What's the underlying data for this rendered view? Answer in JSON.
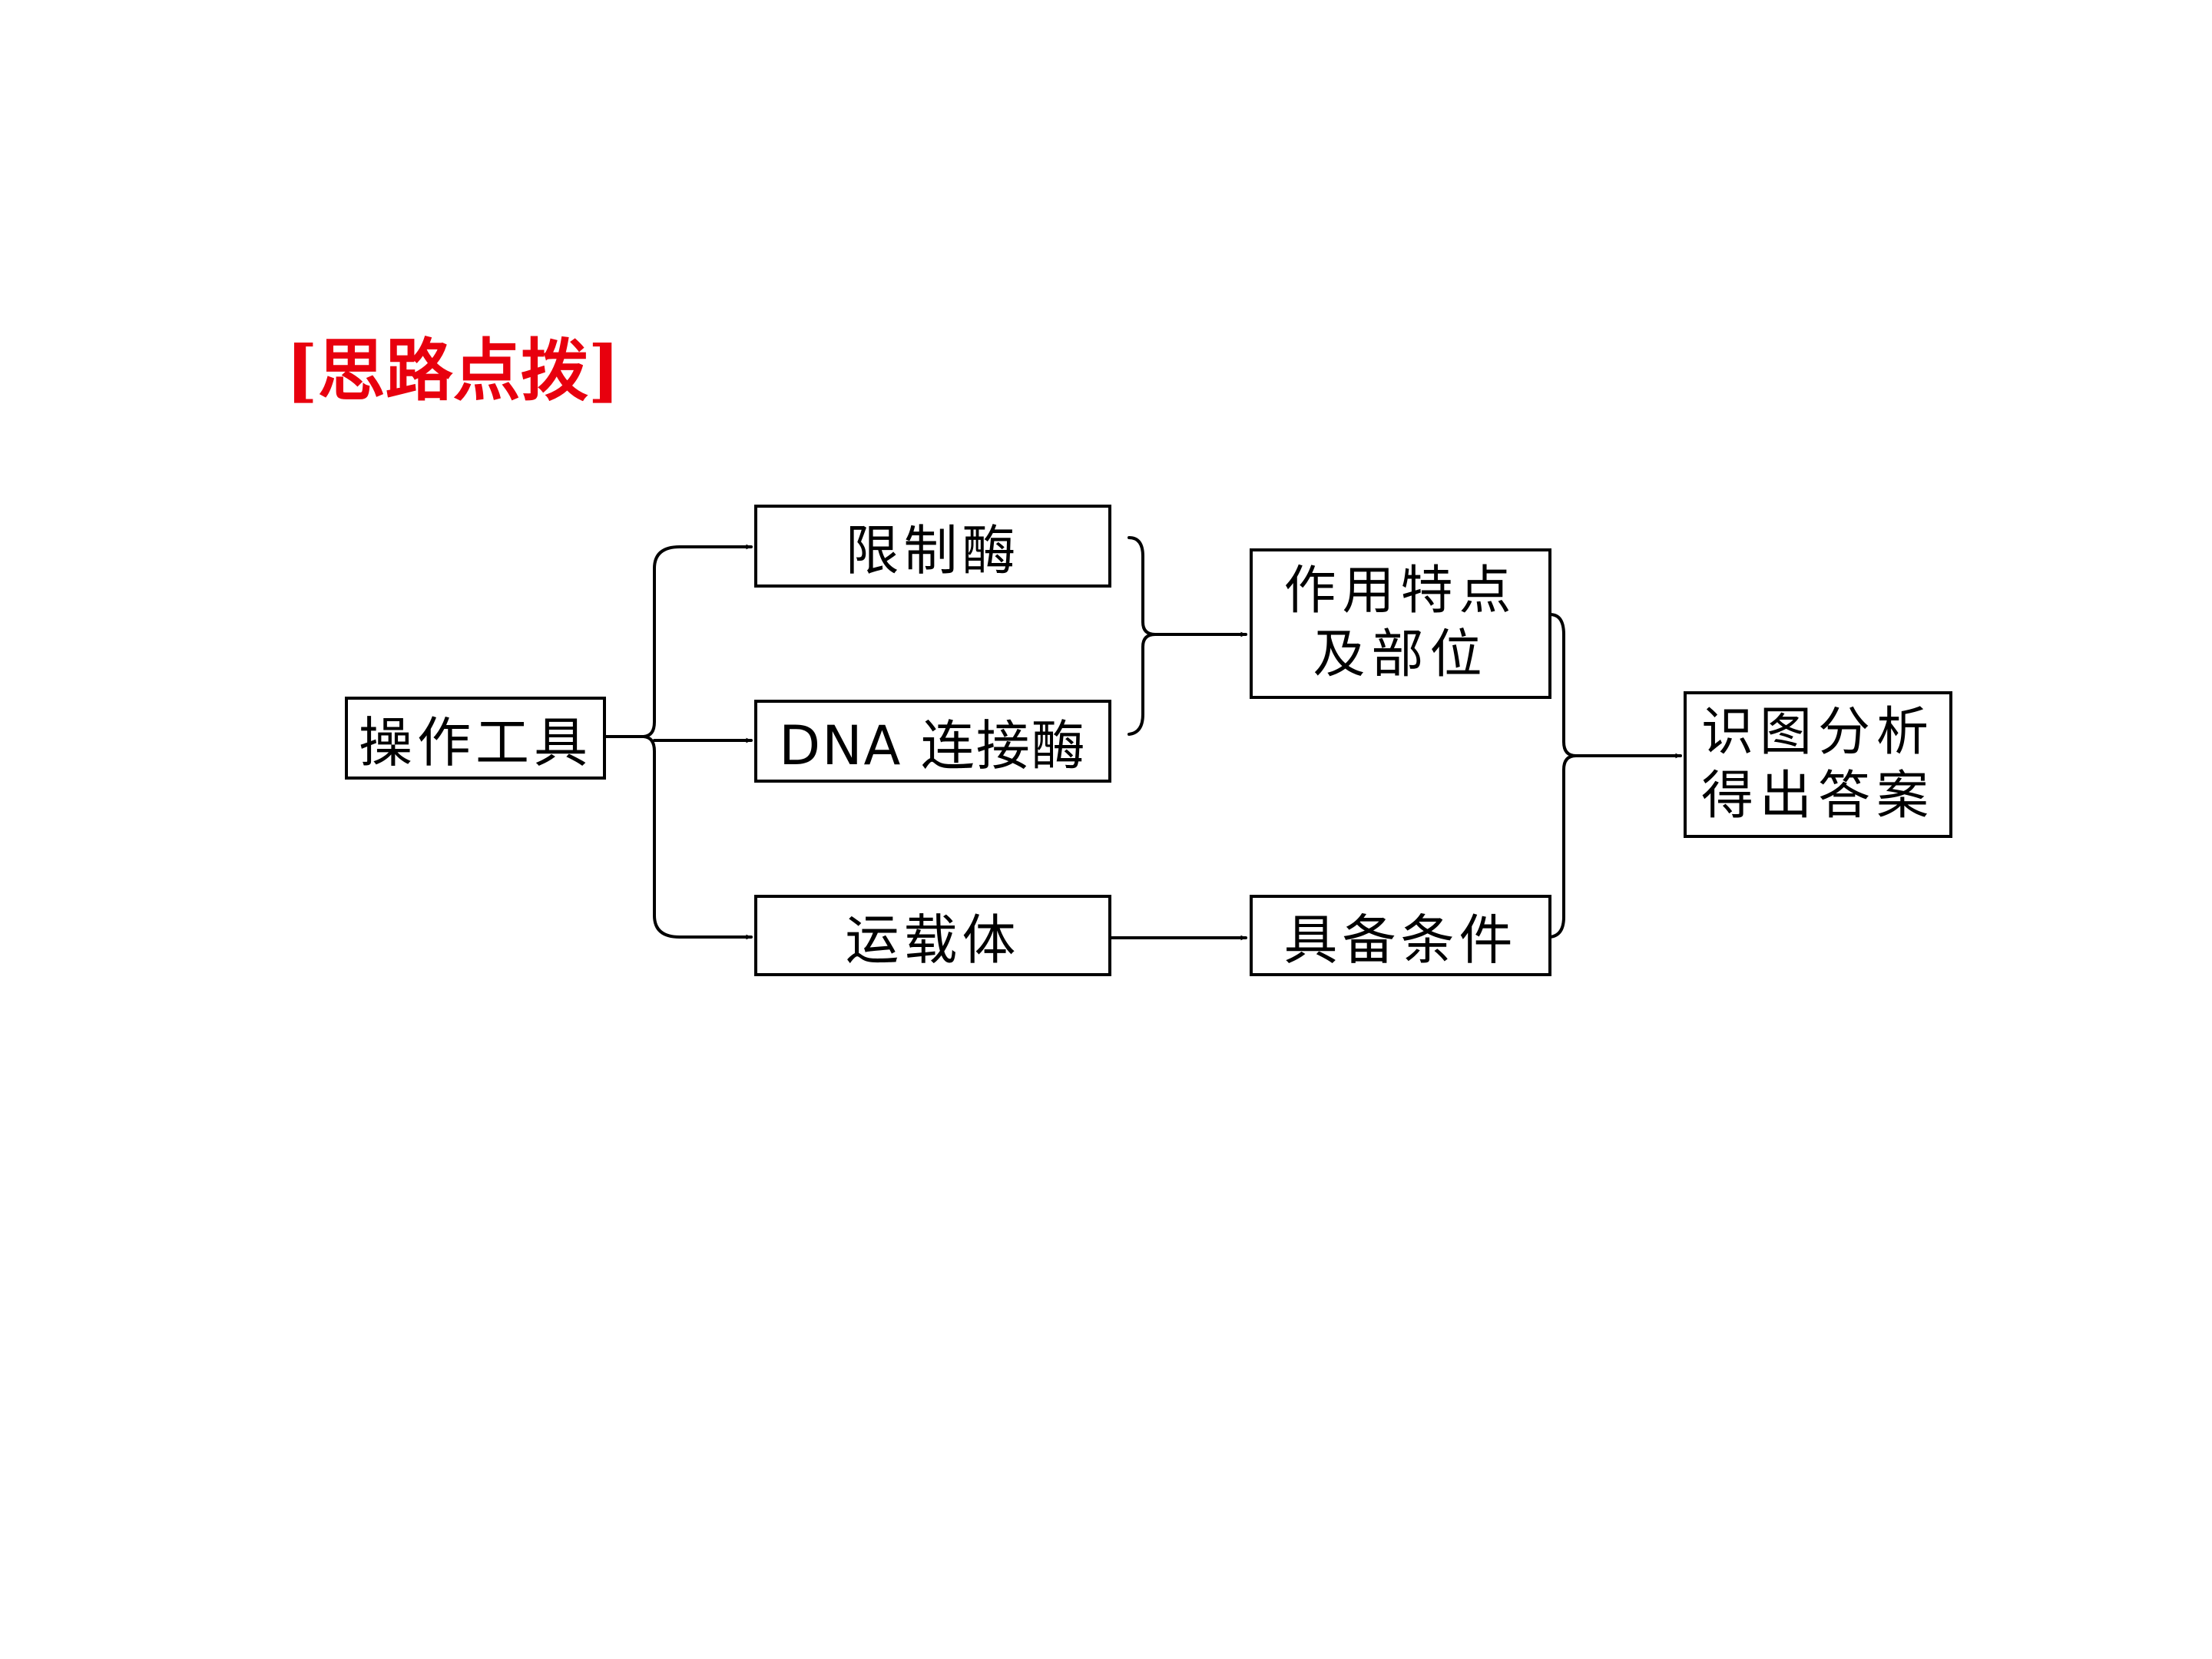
{
  "heading": {
    "text": "[思路点拨]",
    "color": "#e8000e"
  },
  "nodes": {
    "tools": "操作工具",
    "restriction_enzyme": "限制酶",
    "dna_ligase": "DNA 连接酶",
    "vector": "运载体",
    "function_line1": "作用特点",
    "function_line2": "及部位",
    "conditions": "具备条件",
    "answer_line1": "识图分析",
    "answer_line2": "得出答案"
  },
  "edges": [
    {
      "from": "tools",
      "to": "restriction_enzyme"
    },
    {
      "from": "tools",
      "to": "dna_ligase"
    },
    {
      "from": "tools",
      "to": "vector"
    },
    {
      "from": [
        "restriction_enzyme",
        "dna_ligase"
      ],
      "to": "function"
    },
    {
      "from": "vector",
      "to": "conditions"
    },
    {
      "from": [
        "function",
        "conditions"
      ],
      "to": "answer"
    }
  ]
}
